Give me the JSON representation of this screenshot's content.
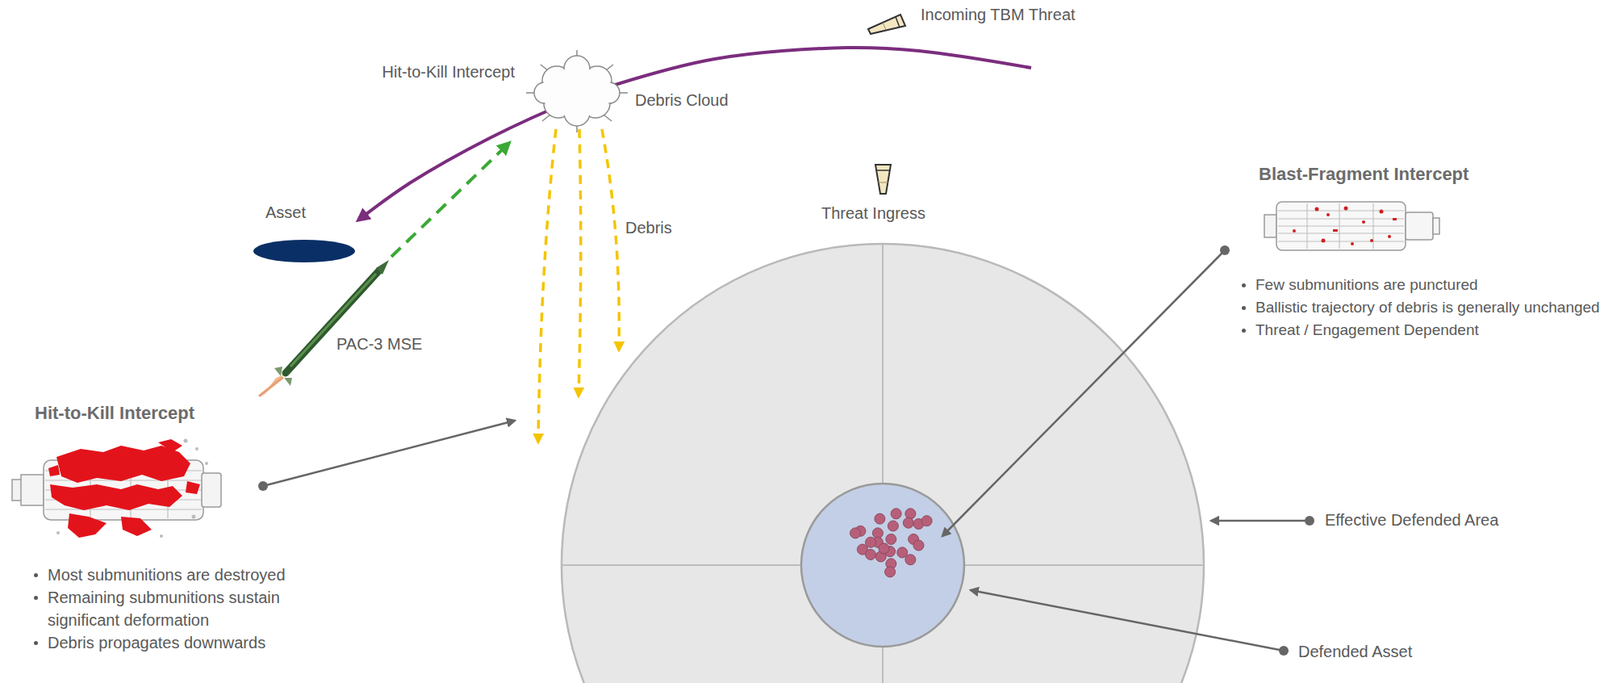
{
  "diagram": {
    "nodes": [
      {
        "text": [
          "Incoming TBM Threat"
        ]
      },
      {
        "text": [
          "Hit-to-Kill Intercept",
          "Debris Cloud"
        ]
      },
      {
        "text": [
          "Asset"
        ]
      },
      {
        "text": [
          "PAC-3 MSE"
        ]
      }
    ],
    "edges": [
      {
        "from": 0,
        "to": 2,
        "arrow": "to"
      },
      {
        "from": 3,
        "to": 1,
        "arrow": "to"
      }
    ],
    "labels": [
      "Debris",
      "Threat Ingress",
      "Blast-Fragment Intercept",
      "Few submunitions are punctured",
      "Ballistic trajectory of debris is generally unchanged",
      "Threat / Engagement Dependent",
      "Hit-to-Kill Intercept",
      "Most submunitions are destroyed",
      "Remaining submunitions sustain significant deformation",
      "Debris propagates downwards",
      "Effective Defended Area",
      "Defended Asset"
    ]
  }
}
